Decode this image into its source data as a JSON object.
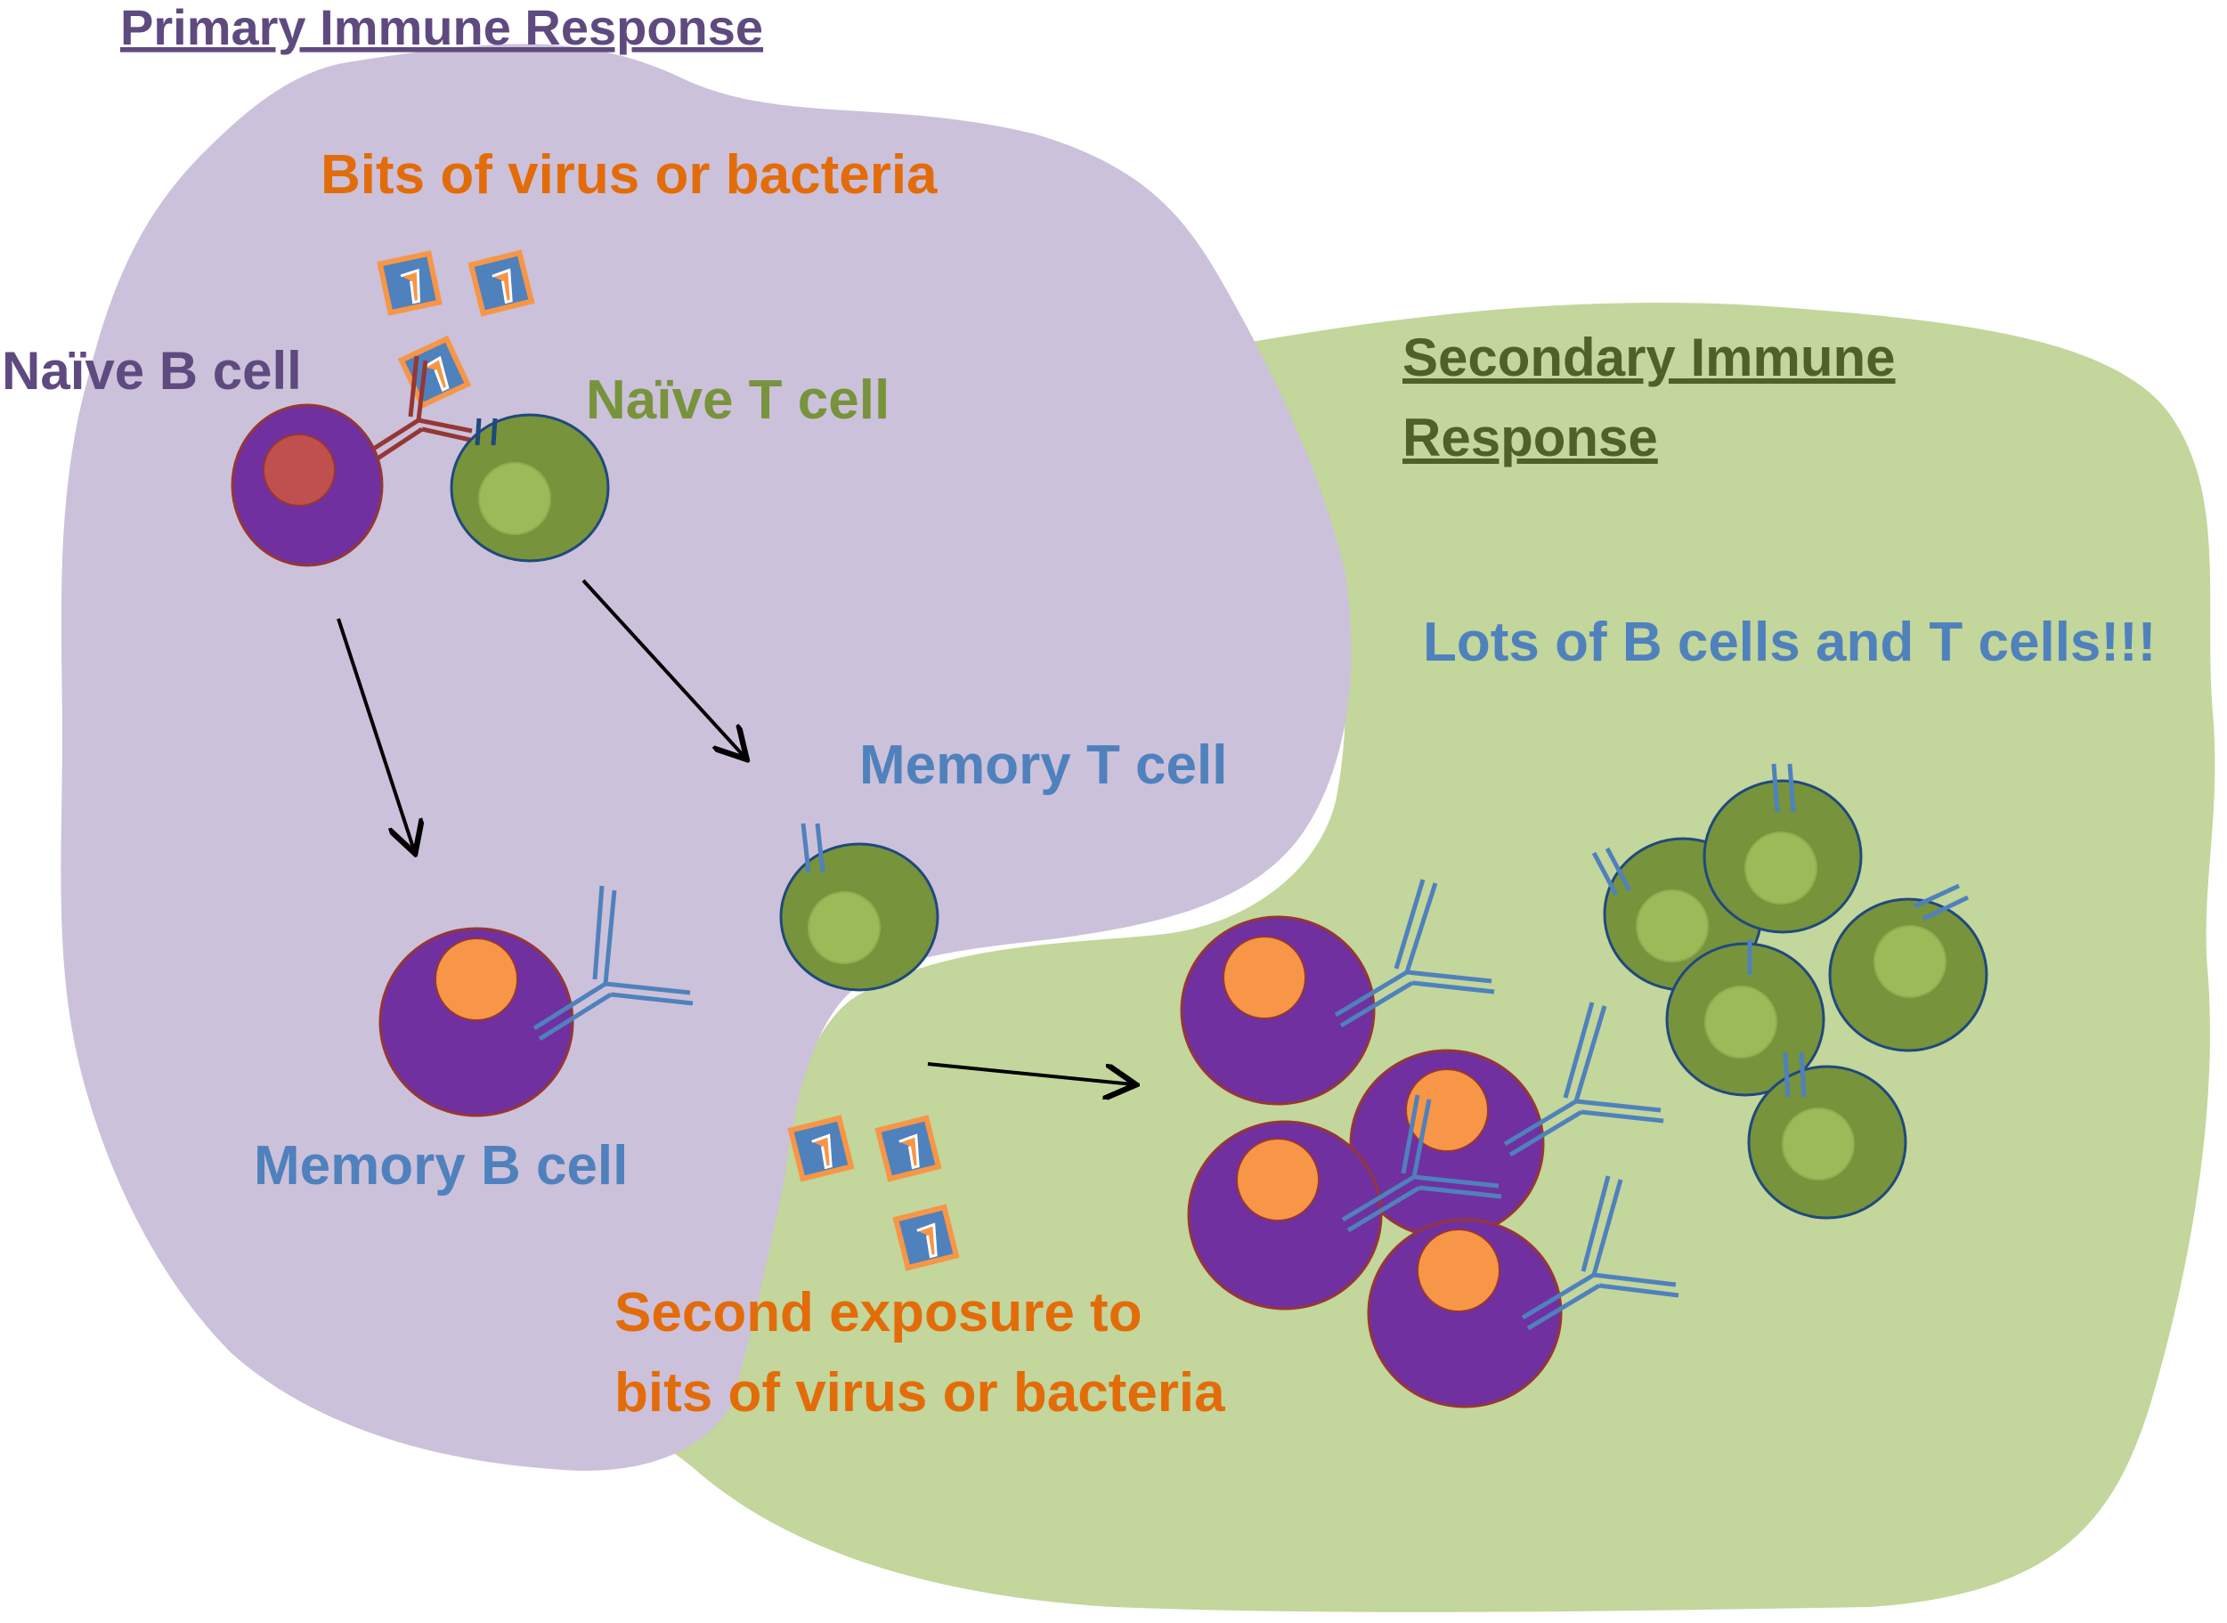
{
  "regions": {
    "primary_title": "Primary Immune Response",
    "secondary_title_line1": "Secondary Immune",
    "secondary_title_line2": "Response"
  },
  "labels": {
    "bits": "Bits of virus or bacteria",
    "naive_b": "Naïve B cell",
    "naive_t": "Naïve T cell",
    "memory_t": "Memory T cell",
    "memory_b": "Memory B cell",
    "lots": "Lots of B cells and T cells!!!",
    "second_line1": "Second exposure to",
    "second_line2": "bits of virus or bacteria"
  },
  "colors": {
    "primary_region": "#ccc1da",
    "secondary_region": "#c3d69b",
    "b_cell": "#7030a0",
    "b_cell_outline": "#953735",
    "naive_b_nucleus": "#c0504d",
    "memory_b_nucleus": "#f79646",
    "t_cell": "#77933c",
    "t_cell_outline": "#1f497d",
    "t_cell_nucleus": "#9bbb59",
    "antibody": "#4f81bd",
    "naive_antibody": "#953735",
    "antigen_fill": "#4f81bd",
    "antigen_outline": "#f79646",
    "arrow": "#000000"
  },
  "icons": [
    "antigen-icon",
    "antibody-icon",
    "t-cell-receptor-icon",
    "arrow-icon"
  ]
}
